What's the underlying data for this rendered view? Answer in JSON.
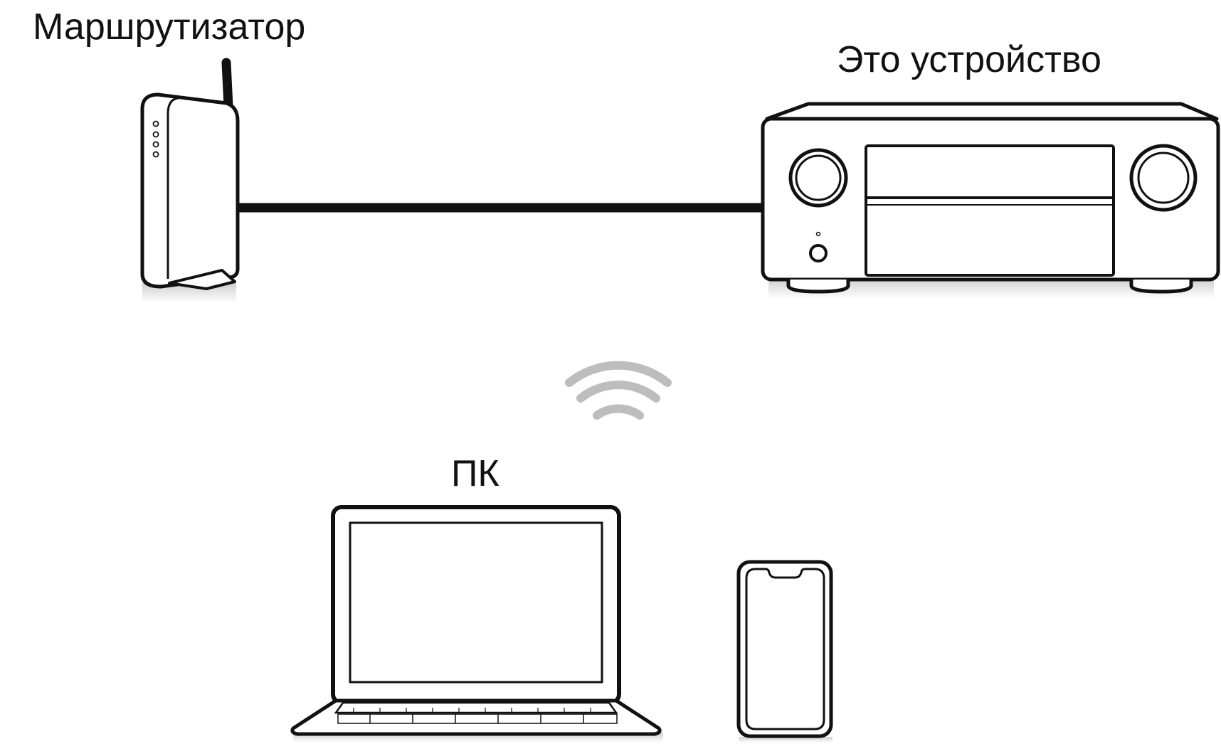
{
  "labels": {
    "router": "Маршрутизатор",
    "device": "Это устройство",
    "pc": "ПК"
  },
  "colors": {
    "stroke": "#111111",
    "shadow": "#d9d9d9",
    "wifi": "#bdbdbd"
  },
  "icons": [
    "router-icon",
    "receiver-icon",
    "wifi-icon",
    "laptop-icon",
    "smartphone-icon",
    "ethernet-cable"
  ]
}
